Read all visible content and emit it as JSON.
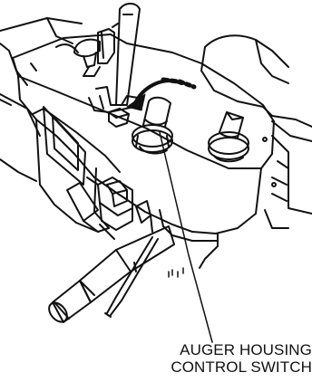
{
  "callout": {
    "line1": "AUGER HOUSING",
    "line2": "CONTROL SWITCH"
  },
  "colors": {
    "ink": "#111111",
    "paper": "#ffffff"
  },
  "icons": [
    "rotation-arrow-icon",
    "leader-line"
  ]
}
